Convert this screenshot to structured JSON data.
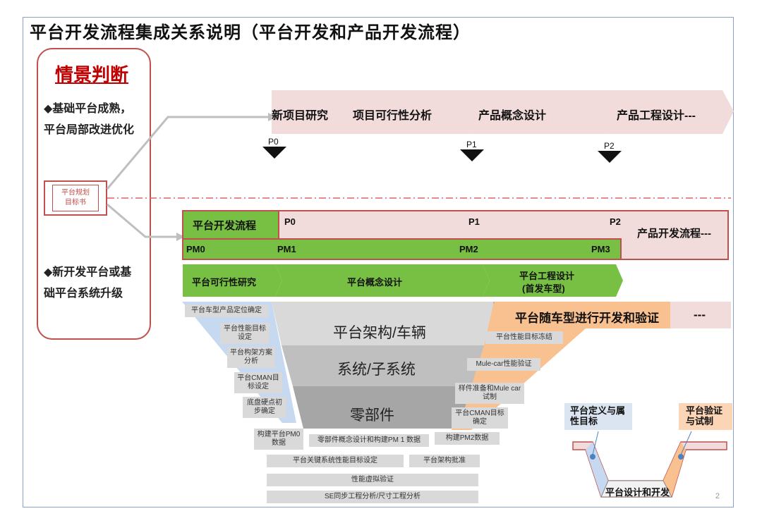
{
  "title": "平台开发流程集成关系说明（平台开发和产品开发流程）",
  "scenario": {
    "heading": "情景判断",
    "case1_line1": "◆基础平台成熟，",
    "case1_line2": "平台局部改进优化",
    "case2_line1": "◆新开发平台或基",
    "case2_line2": "础平台系统升级",
    "target_line1": "平台规划",
    "target_line2": "目标书"
  },
  "product_phases": [
    "新项目研究",
    "项目可行性分析",
    "产品概念设计",
    "产品工程设计---"
  ],
  "product_gates": [
    "P0",
    "P1",
    "P2"
  ],
  "platform_flow": {
    "label": "平台开发流程",
    "p_gates": [
      "P0",
      "P1",
      "P2"
    ],
    "pm_gates": [
      "PM0",
      "PM1",
      "PM2",
      "PM3"
    ],
    "product_flow_label": "产品开发流程---"
  },
  "platform_phases": [
    "平台可行性研究",
    "平台概念设计",
    "平台工程设计",
    "(首发车型)"
  ],
  "vehicle_dev_label": "平台随车型进行开发和验证",
  "vehicle_dev_dash": "---",
  "v_layers": [
    "平台架构/车辆",
    "系统/子系统",
    "零部件"
  ],
  "left_tasks": [
    "平台车型产品定位确定",
    "平台性能目标设定",
    "平台构架方案分析",
    "平台CMAN目标设定",
    "底盘硬点初步确定",
    "构建平台PM0数据"
  ],
  "bottom_tasks": [
    "零部件概念设计和构建PM 1 数据",
    "构建PM2数据",
    "平台关键系统性能目标设定",
    "平台架构批准",
    "性能虚拟验证",
    "SE同步工程分析/尺寸工程分析"
  ],
  "right_tasks": [
    "平台性能目标冻结",
    "Mule-car性能验证",
    "样件准备和Mule car试制",
    "平台CMAN目标确定"
  ],
  "legend": {
    "define": "平台定义与属性目标",
    "verify": "平台验证与试制",
    "design": "平台设计和开发"
  },
  "page_number": "2",
  "colors": {
    "green": "#77c043",
    "pink": "#f2dcdb",
    "red": "#c0504d",
    "orange": "#f9c090",
    "blue": "#c6d9f1"
  }
}
